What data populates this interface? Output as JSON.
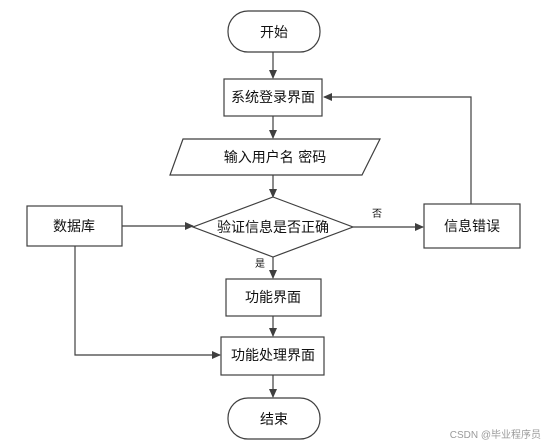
{
  "nodes": {
    "start": "开始",
    "login": "系统登录界面",
    "input": "输入用户名 密码",
    "verify": "验证信息是否正确",
    "database": "数据库",
    "error": "信息错误",
    "function": "功能界面",
    "processing": "功能处理界面",
    "end": "结束"
  },
  "edges": {
    "no": "否",
    "yes": "是"
  },
  "watermark": "CSDN @毕业程序员"
}
